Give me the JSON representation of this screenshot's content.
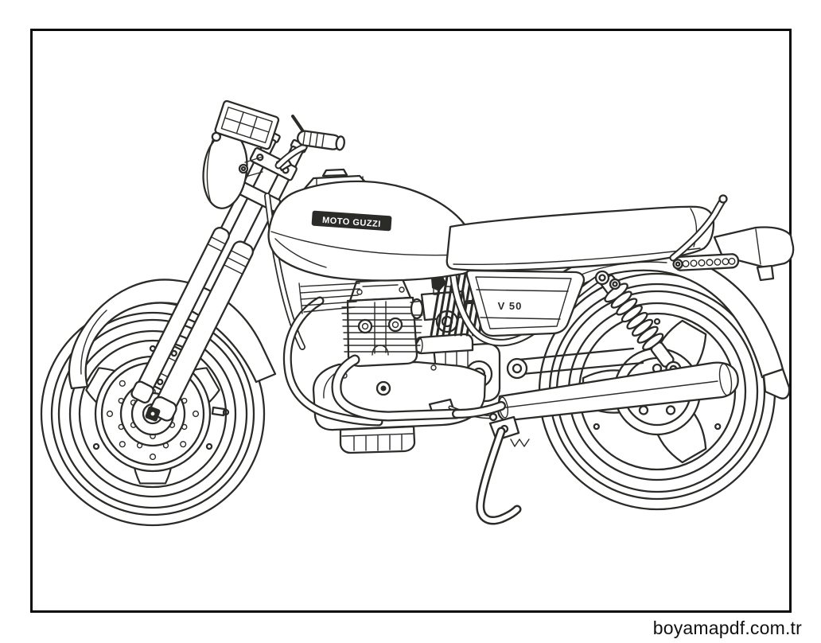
{
  "page": {
    "background_color": "#ffffff",
    "frame_border_color": "#0b0b0b",
    "ink_color": "#2b2b28",
    "watermark_text": "boyamapdf.com.tr"
  },
  "drawing": {
    "description": "Coloring-page line art of a classic Moto Guzzi V 50 motorcycle, side view facing left",
    "tank_badge_text": "MOTO GUZZI",
    "side_panel_badge_text": "V 50"
  }
}
